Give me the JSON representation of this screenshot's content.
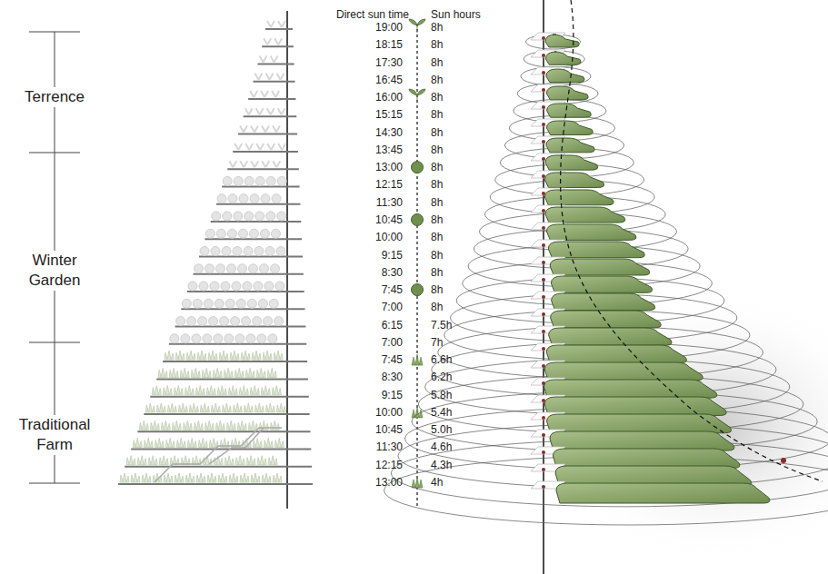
{
  "diagram": {
    "labels": [
      "Terrence",
      "Winter Garden",
      "Traditional Farm",
      "Direct sun time",
      "Sun hours",
      "19:00",
      "8h",
      "18:15",
      "8h",
      "17:30",
      "8h",
      "16:45",
      "8h",
      "16:00",
      "8h",
      "15:15",
      "8h",
      "14:30",
      "8h",
      "13:45",
      "8h",
      "13:00",
      "8h",
      "12:15",
      "8h",
      "11:30",
      "8h",
      "10:45",
      "8h",
      "10:00",
      "8h",
      "9:15",
      "8h",
      "8:30",
      "8h",
      "7:45",
      "8h",
      "7:00",
      "8h",
      "6:15",
      "7.5h",
      "7:00",
      "7h",
      "7:45",
      "6.6h",
      "8:30",
      "6.2h",
      "9:15",
      "5.8h",
      "10:00",
      "5.4h",
      "10:45",
      "5.0h",
      "11:30",
      "4.6h",
      "12:15",
      "4.3h",
      "13:00",
      "4h"
    ]
  }
}
